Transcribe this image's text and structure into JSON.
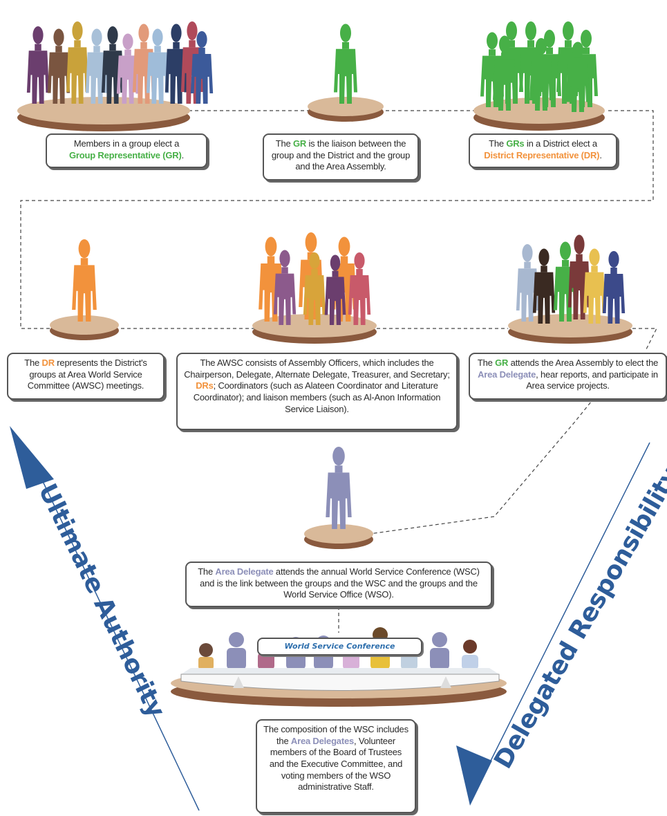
{
  "captions": {
    "members": {
      "pre": "Members in a group elect a",
      "hl": "Group Representative (GR)",
      "post": "."
    },
    "gr_liaison": {
      "pre": "The ",
      "hl": "GR",
      "post": " is the liaison between the group and the District and the group and the Area Assembly."
    },
    "grs_district": {
      "pre": "The ",
      "hl": "GRs",
      "mid": " in a District elect a",
      "hl2": "District Representative (DR)",
      "post": "."
    },
    "dr": {
      "pre": "The ",
      "hl": "DR",
      "post": " represents the District's groups at Area World Service Committee (AWSC) meetings."
    },
    "awsc": {
      "pre": "The AWSC consists of Assembly Officers, which includes the Chairperson, Delegate, Alternate Delegate, Treasurer, and Secretary; ",
      "hl": "DRs",
      "post": "; Coordinators (such as Alateen Coordinator and Literature Coordinator); and liaison members (such as Al-Anon Information Service Liaison)."
    },
    "gr_assembly": {
      "pre": "The ",
      "hl": "GR",
      "mid": " attends the Area Assembly to elect the ",
      "hl2": "Area Delegate",
      "post": ", hear reports, and participate in Area service projects."
    },
    "area_delegate": {
      "pre": "The ",
      "hl": "Area Delegate",
      "post": " attends the annual World Service Conference (WSC) and is the link between the groups and the WSC and the groups and the World Service Office (WSO)."
    },
    "composition": {
      "pre": "The composition of the WSC includes the ",
      "hl": "Area Delegates",
      "post": ", Volunteer members of the Board of Trustees and the Executive Committee, and voting members of the WSO administrative Staff."
    }
  },
  "wsc_table_label": "World Service Conference",
  "side_labels": {
    "left": "Ultimate Authority",
    "right": "Delegated Responsibility"
  },
  "icons": [
    "person-icon",
    "arrow-up-icon",
    "arrow-down-icon"
  ],
  "colors": {
    "green": "#47b047",
    "orange": "#f2923c",
    "slate": "#8c8fb8",
    "arrow": "#2e5d9a",
    "platform": "#a87556"
  }
}
